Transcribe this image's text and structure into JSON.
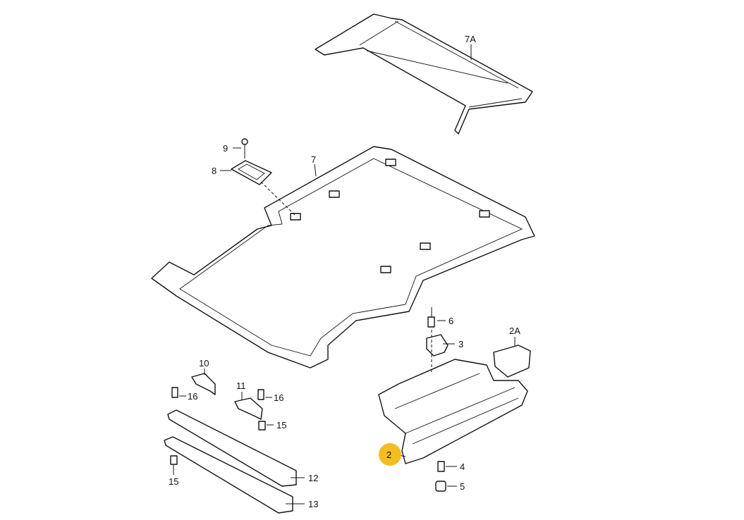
{
  "diagram": {
    "highlight_color": "#F2BE22",
    "parts": [
      {
        "id": "7A",
        "label": "7A"
      },
      {
        "id": "9",
        "label": "9"
      },
      {
        "id": "8",
        "label": "8"
      },
      {
        "id": "7",
        "label": "7"
      },
      {
        "id": "6",
        "label": "6"
      },
      {
        "id": "3",
        "label": "3"
      },
      {
        "id": "2A",
        "label": "2A"
      },
      {
        "id": "10",
        "label": "10"
      },
      {
        "id": "11",
        "label": "11"
      },
      {
        "id": "16a",
        "label": "16"
      },
      {
        "id": "16b",
        "label": "16"
      },
      {
        "id": "15a",
        "label": "15"
      },
      {
        "id": "15b",
        "label": "15"
      },
      {
        "id": "12",
        "label": "12"
      },
      {
        "id": "13",
        "label": "13"
      },
      {
        "id": "2",
        "label": "2",
        "highlighted": true
      },
      {
        "id": "4",
        "label": "4"
      },
      {
        "id": "5",
        "label": "5"
      }
    ]
  }
}
